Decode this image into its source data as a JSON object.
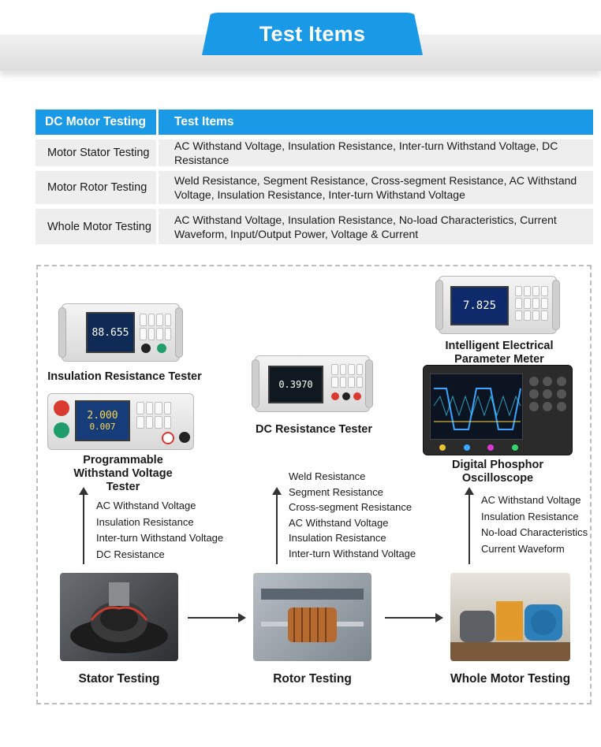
{
  "header": {
    "title": "Test Items"
  },
  "table": {
    "headers": [
      "DC Motor Testing",
      "Test Items"
    ],
    "rows": [
      {
        "category": "Motor Stator Testing",
        "items": "AC Withstand Voltage, Insulation Resistance, Inter-turn Withstand Voltage, DC Resistance"
      },
      {
        "category": "Motor Rotor Testing",
        "items": "Weld Resistance, Segment Resistance, Cross-segment Resistance, AC Withstand Voltage, Insulation Resistance, Inter-turn Withstand Voltage"
      },
      {
        "category": "Whole Motor Testing",
        "items": "AC Withstand Voltage, Insulation Resistance, No-load Characteristics, Current Waveform, Input/Output Power, Voltage & Current"
      }
    ]
  },
  "devices": {
    "insulation": {
      "label": "Insulation Resistance Tester",
      "reading": "88.655"
    },
    "withstand": {
      "label": "Programmable Withstand Voltage Tester",
      "reading_line1": "2.000",
      "reading_line2": "0.007"
    },
    "dc_resistance": {
      "label": "DC Resistance Tester",
      "reading": "0.3970"
    },
    "electrical": {
      "label": "Intelligent Electrical Parameter Meter",
      "reading": "7.825"
    },
    "oscilloscope": {
      "label": "Digital Phosphor Oscilloscope"
    }
  },
  "flow": {
    "stator_items": [
      "AC Withstand Voltage",
      "Insulation Resistance",
      "Inter-turn Withstand Voltage",
      "DC Resistance"
    ],
    "rotor_items": [
      "Weld Resistance",
      "Segment Resistance",
      "Cross-segment Resistance",
      "AC Withstand Voltage",
      "Insulation Resistance",
      "Inter-turn Withstand Voltage"
    ],
    "whole_items": [
      "AC Withstand Voltage",
      "Insulation Resistance",
      "No-load Characteristics",
      "Current Waveform"
    ],
    "stages": [
      "Stator Testing",
      "Rotor Testing",
      "Whole Motor Testing"
    ]
  },
  "colors": {
    "accent": "#1a9ae6",
    "row_bg": "#eeeeee",
    "dashed_border": "#bdbdbd"
  }
}
